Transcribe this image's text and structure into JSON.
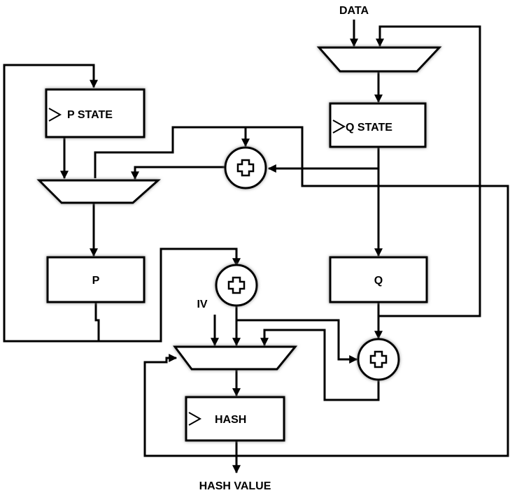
{
  "inputs": {
    "data": "DATA",
    "iv": "IV"
  },
  "registers": {
    "p_state": "P STATE",
    "q_state": "Q STATE",
    "p": "P",
    "q": "Q",
    "hash": "HASH"
  },
  "outputs": {
    "hash_value": "HASH VALUE"
  },
  "adder_symbol": "+",
  "colors": {
    "line": "#000000",
    "block_fill": "#ffffff",
    "block_shadow": "#8a8a8a",
    "background": "#ffffff"
  }
}
